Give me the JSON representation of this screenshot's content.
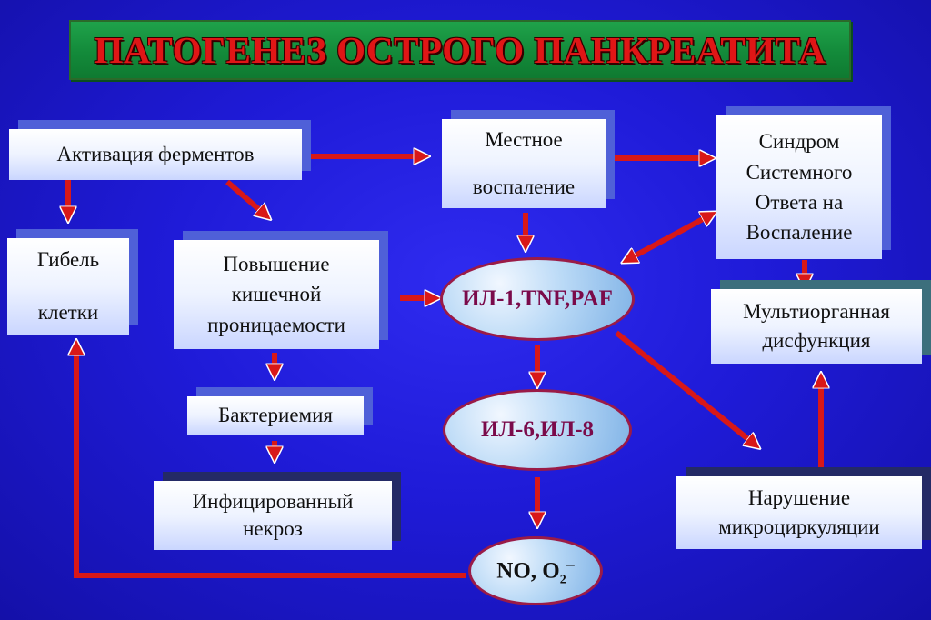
{
  "title": "ПАТОГЕНЕЗ ОСТРОГО ПАНКРЕАТИТА",
  "boxes": {
    "activation": "Активация ферментов",
    "local_inflammation_1": "Местное",
    "local_inflammation_2": "воспаление",
    "sirs_1": "Синдром",
    "sirs_2": "Системного",
    "sirs_3": "Ответа на",
    "sirs_4": "Воспаление",
    "cell_death_1": "Гибель",
    "cell_death_2": "клетки",
    "permeability_1": "Повышение",
    "permeability_2": "кишечной",
    "permeability_3": "проницаемости",
    "bacteremia": "Бактериемия",
    "infected_necrosis_1": "Инфицированный",
    "infected_necrosis_2": "некроз",
    "mods_1": "Мультиорганная",
    "mods_2": "дисфункция",
    "microcirculation_1": "Нарушение",
    "microcirculation_2": "микроциркуляции"
  },
  "ovals": {
    "il1": "ИЛ-1,TNF,PAF",
    "il6": "ИЛ-6,ИЛ-8",
    "no": "NO, O",
    "no_sub": "2",
    "no_sup": "–"
  },
  "colors": {
    "arrow": "#d81818",
    "title_text": "#e01616",
    "title_bg": "#138a3a"
  }
}
